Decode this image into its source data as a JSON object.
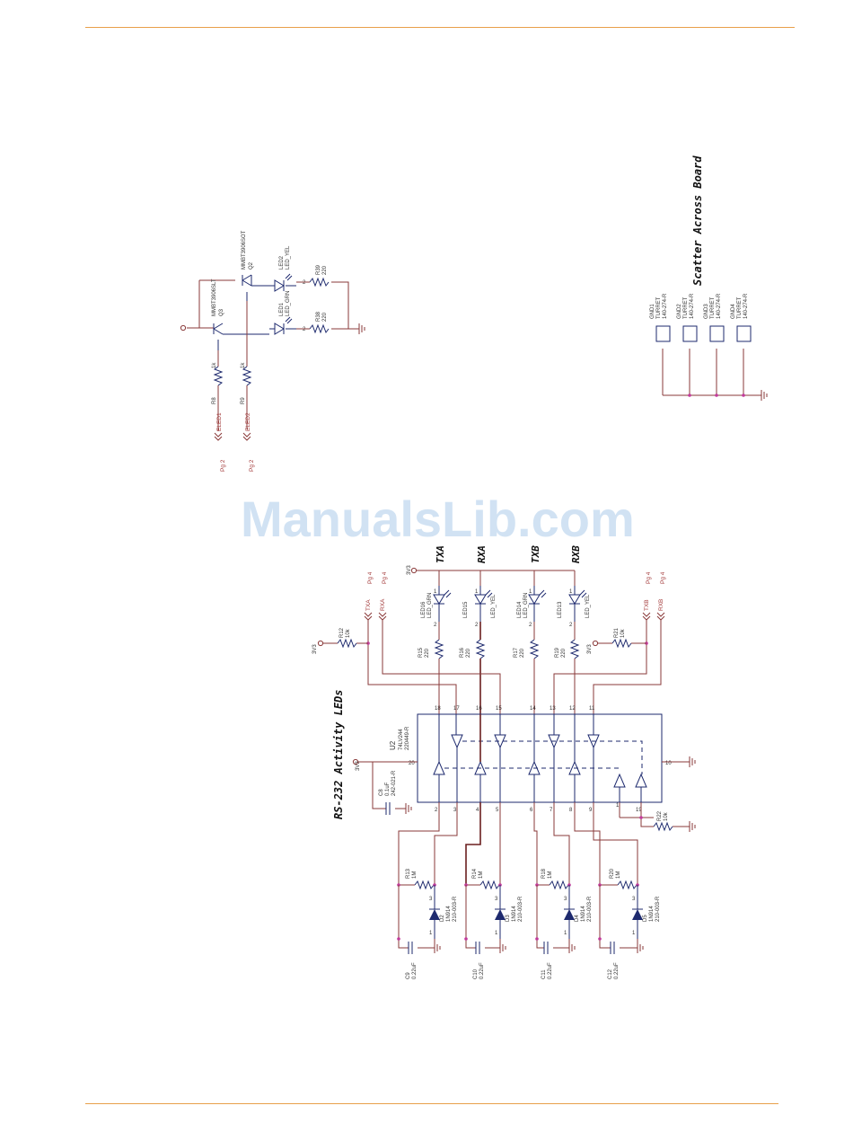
{
  "watermark": "ManualsLib.com",
  "titles": {
    "rs232": "RS-232 Activity LEDs",
    "scatter": "Scatter Across Board"
  },
  "signals": {
    "txa": "TXA",
    "rxa": "RXA",
    "txb": "TXB",
    "rxb": "RXB"
  },
  "top_circuit": {
    "q3": [
      "MMBT3906SLT",
      "Q3"
    ],
    "q2": [
      "MMBT3906SOT",
      "Q2"
    ],
    "led2": [
      "LED2",
      "LED_YEL"
    ],
    "led1": [
      "LED1",
      "LED_GRN"
    ],
    "r39": [
      "R39",
      "220"
    ],
    "r38": [
      "R38",
      "220"
    ],
    "r8": [
      "R8",
      "1k"
    ],
    "r9": [
      "R9",
      "1k"
    ],
    "net1": "ELED1",
    "net2": "ELED2",
    "pg": "Pg 2"
  },
  "turrets": [
    [
      "GND1",
      "TURRET",
      "140-274-R"
    ],
    [
      "GND2",
      "TURRET",
      "140-274-R"
    ],
    [
      "GND3",
      "TURRET",
      "140-274-R"
    ],
    [
      "GND4",
      "TURRET",
      "140-274-R"
    ]
  ],
  "rs232": {
    "u2": [
      "U2",
      "74LV244",
      "220449-R"
    ],
    "c8": [
      "C8",
      "0.1uF",
      "242-021-R"
    ],
    "v3": "3V3",
    "pg4": "Pg 4",
    "r12": [
      "R12",
      "10k"
    ],
    "r21": [
      "R21",
      "10k"
    ],
    "r22": [
      "R22",
      "10k"
    ],
    "leds": [
      [
        "LED16",
        "LED_GRN"
      ],
      [
        "LED15",
        "LED_YEL"
      ],
      [
        "LED14",
        "LED_GRN"
      ],
      [
        "LED13",
        "LED_YEL"
      ]
    ],
    "top_res": [
      [
        "R15",
        "220"
      ],
      [
        "R16",
        "220"
      ],
      [
        "R17",
        "220"
      ],
      [
        "R19",
        "220"
      ]
    ],
    "bot_res": [
      [
        "R13",
        "1M"
      ],
      [
        "R14",
        "1M"
      ],
      [
        "R18",
        "1M"
      ],
      [
        "R20",
        "1M"
      ]
    ],
    "diodes": [
      [
        "D2",
        "1N914",
        "210-003-R"
      ],
      [
        "D3",
        "1N914",
        "210-003-R"
      ],
      [
        "D4",
        "1N914",
        "210-003-R"
      ],
      [
        "D5",
        "1N914",
        "210-003-R"
      ]
    ],
    "caps": [
      [
        "C9",
        "0.22uF"
      ],
      [
        "C10",
        "0.22uF"
      ],
      [
        "C11",
        "0.22uF"
      ],
      [
        "C12",
        "0.22uF"
      ]
    ],
    "pins_top": [
      "18",
      "17",
      "16",
      "15",
      "14",
      "13",
      "12",
      "11"
    ],
    "pins_bottom": [
      "2",
      "3",
      "4",
      "5",
      "6",
      "7",
      "8",
      "9"
    ],
    "pin_vcc": "20",
    "pin_gnd": "10",
    "pin_oe1": "1",
    "pin_oe2": "19",
    "diode_pins": [
      "1",
      "3"
    ],
    "led_pins": [
      "1",
      "2"
    ],
    "res_pin": "2"
  }
}
